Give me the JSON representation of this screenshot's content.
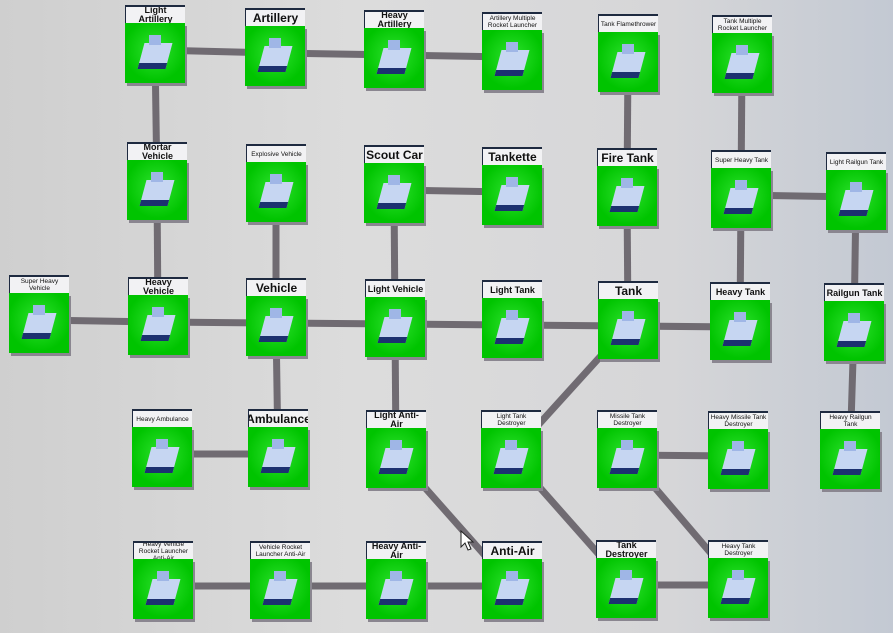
{
  "tech_tree": {
    "nodes": [
      {
        "id": "light-artillery",
        "label": "Light Artillery"
      },
      {
        "id": "artillery",
        "label": "Artillery"
      },
      {
        "id": "heavy-artillery",
        "label": "Heavy Artillery"
      },
      {
        "id": "artillery-mrl",
        "label": "Artillery Multiple Rocket Launcher"
      },
      {
        "id": "tank-flamethrower",
        "label": "Tank Flamethrower"
      },
      {
        "id": "tank-mrl",
        "label": "Tank Multiple Rocket Launcher"
      },
      {
        "id": "mortar-vehicle",
        "label": "Mortar Vehicle"
      },
      {
        "id": "explosive-vehicle",
        "label": "Explosive Vehicle"
      },
      {
        "id": "scout-car",
        "label": "Scout Car"
      },
      {
        "id": "tankette",
        "label": "Tankette"
      },
      {
        "id": "fire-tank",
        "label": "Fire Tank"
      },
      {
        "id": "super-heavy-tank",
        "label": "Super Heavy Tank"
      },
      {
        "id": "light-railgun-tank",
        "label": "Light Railgun Tank"
      },
      {
        "id": "super-heavy-vehicle",
        "label": "Super Heavy Vehicle"
      },
      {
        "id": "heavy-vehicle",
        "label": "Heavy Vehicle"
      },
      {
        "id": "vehicle",
        "label": "Vehicle"
      },
      {
        "id": "light-vehicle",
        "label": "Light Vehicle"
      },
      {
        "id": "light-tank",
        "label": "Light Tank"
      },
      {
        "id": "tank",
        "label": "Tank"
      },
      {
        "id": "heavy-tank",
        "label": "Heavy Tank"
      },
      {
        "id": "railgun-tank",
        "label": "Railgun Tank"
      },
      {
        "id": "heavy-ambulance",
        "label": "Heavy Ambulance"
      },
      {
        "id": "ambulance",
        "label": "Ambulance"
      },
      {
        "id": "light-anti-air",
        "label": "Light Anti-Air"
      },
      {
        "id": "light-tank-destroyer",
        "label": "Light Tank Destroyer"
      },
      {
        "id": "missile-tank-destroyer",
        "label": "Missile Tank Destroyer"
      },
      {
        "id": "heavy-missile-tank-destroyer",
        "label": "Heavy Missile Tank Destroyer"
      },
      {
        "id": "heavy-railgun-tank",
        "label": "Heavy Railgun Tank"
      },
      {
        "id": "heavy-vehicle-rl-aa",
        "label": "Heavy Vehicle Rocket Launcher Anti-Air"
      },
      {
        "id": "vehicle-rl-aa",
        "label": "Vehicle Rocket Launcher Anti-Air"
      },
      {
        "id": "heavy-anti-air",
        "label": "Heavy Anti-Air"
      },
      {
        "id": "anti-air",
        "label": "Anti-Air"
      },
      {
        "id": "tank-destroyer",
        "label": "Tank Destroyer"
      },
      {
        "id": "heavy-tank-destroyer",
        "label": "Heavy Tank Destroyer"
      }
    ],
    "links": [
      [
        "light-artillery",
        "artillery"
      ],
      [
        "artillery",
        "heavy-artillery"
      ],
      [
        "heavy-artillery",
        "artillery-mrl"
      ],
      [
        "light-artillery",
        "mortar-vehicle"
      ],
      [
        "tank-flamethrower",
        "fire-tank"
      ],
      [
        "tank-mrl",
        "super-heavy-tank"
      ],
      [
        "mortar-vehicle",
        "heavy-vehicle"
      ],
      [
        "explosive-vehicle",
        "vehicle"
      ],
      [
        "scout-car",
        "tankette"
      ],
      [
        "scout-car",
        "light-vehicle"
      ],
      [
        "fire-tank",
        "tank"
      ],
      [
        "super-heavy-tank",
        "light-railgun-tank"
      ],
      [
        "super-heavy-tank",
        "heavy-tank"
      ],
      [
        "light-railgun-tank",
        "railgun-tank"
      ],
      [
        "super-heavy-vehicle",
        "heavy-vehicle"
      ],
      [
        "heavy-vehicle",
        "vehicle"
      ],
      [
        "vehicle",
        "light-vehicle"
      ],
      [
        "light-vehicle",
        "light-tank"
      ],
      [
        "light-tank",
        "tank"
      ],
      [
        "tank",
        "heavy-tank"
      ],
      [
        "vehicle",
        "ambulance"
      ],
      [
        "light-vehicle",
        "light-anti-air"
      ],
      [
        "tank",
        "light-tank-destroyer"
      ],
      [
        "heavy-ambulance",
        "ambulance"
      ],
      [
        "railgun-tank",
        "heavy-railgun-tank"
      ],
      [
        "missile-tank-destroyer",
        "heavy-missile-tank-destroyer"
      ],
      [
        "light-anti-air",
        "anti-air"
      ],
      [
        "light-tank-destroyer",
        "tank-destroyer"
      ],
      [
        "missile-tank-destroyer",
        "heavy-tank-destroyer"
      ],
      [
        "heavy-vehicle-rl-aa",
        "vehicle-rl-aa"
      ],
      [
        "vehicle-rl-aa",
        "heavy-anti-air"
      ],
      [
        "heavy-anti-air",
        "anti-air"
      ],
      [
        "tank-destroyer",
        "heavy-tank-destroyer"
      ]
    ],
    "colors": {
      "card": "#00c400",
      "link": "#706b72",
      "label_bg": "#f2f2f4"
    }
  }
}
